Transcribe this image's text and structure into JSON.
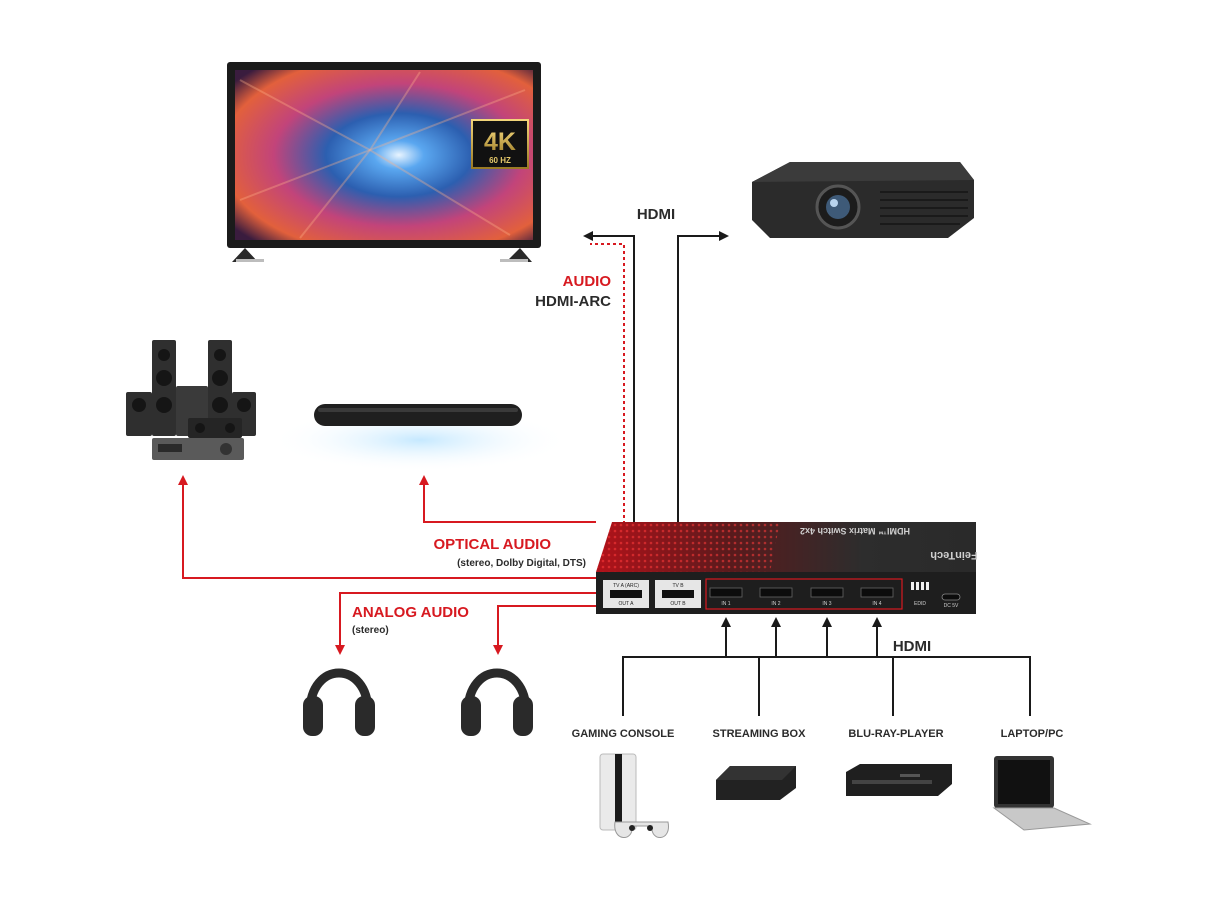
{
  "tv": {
    "badge_main": "4K",
    "badge_sub": "60 HZ"
  },
  "labels": {
    "hdmi_top": "HDMI",
    "audio": "AUDIO",
    "hdmi_arc": "HDMI-ARC",
    "optical_audio": "OPTICAL AUDIO",
    "optical_formats": "(stereo, Dolby Digital, DTS)",
    "analog_audio": "ANALOG AUDIO",
    "analog_stereo": "(stereo)",
    "hdmi_bottom": "HDMI"
  },
  "switch": {
    "brand": "FeinTech",
    "title": "HDMI™ Matrix Switch 4x2",
    "ports": [
      {
        "top": "TV A (ARC)",
        "bottom": "OUT A"
      },
      {
        "top": "TV B",
        "bottom": "OUT B"
      },
      {
        "top": "",
        "bottom": "IN 1"
      },
      {
        "top": "",
        "bottom": "IN 2"
      },
      {
        "top": "",
        "bottom": "IN 3"
      },
      {
        "top": "",
        "bottom": "IN 4"
      }
    ],
    "edid": "EDID",
    "dc": "DC 5V"
  },
  "sources": [
    "GAMING CONSOLE",
    "STREAMING BOX",
    "BLU-RAY-PLAYER",
    "LAPTOP/PC"
  ],
  "colors": {
    "red": "#d71920",
    "dark": "#2b2b2b",
    "line": "#1a1a1a"
  }
}
